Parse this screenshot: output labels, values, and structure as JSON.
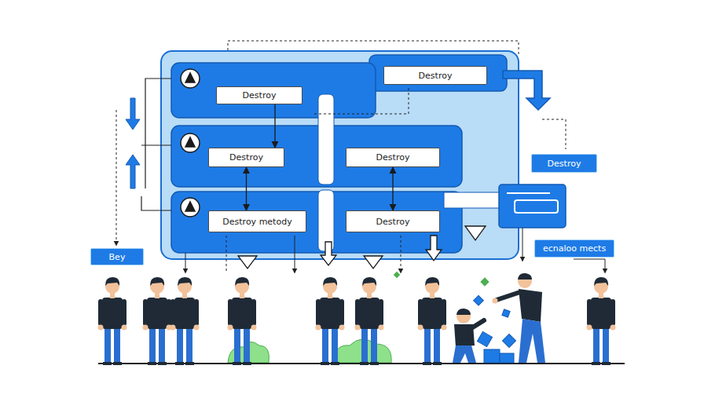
{
  "diagram": {
    "nodes": [
      {
        "text": [
          "Destroy"
        ]
      },
      {
        "text": [
          "Destroy"
        ]
      },
      {
        "text": [
          "Destroy"
        ]
      },
      {
        "text": [
          "Destroy"
        ]
      },
      {
        "text": [
          "Destroy"
        ]
      },
      {
        "text": [
          "Destroy metody"
        ]
      },
      {
        "text": [
          "Destroy"
        ]
      },
      {
        "text": [
          "ecnaloo mects"
        ]
      },
      {
        "text": [
          "Bey"
        ]
      }
    ],
    "edges": [
      {
        "from": 1,
        "to": 2,
        "arrow": "to"
      },
      {
        "from": 2,
        "to": 5,
        "arrow": "both"
      },
      {
        "from": 3,
        "to": 6,
        "arrow": "both"
      }
    ]
  }
}
